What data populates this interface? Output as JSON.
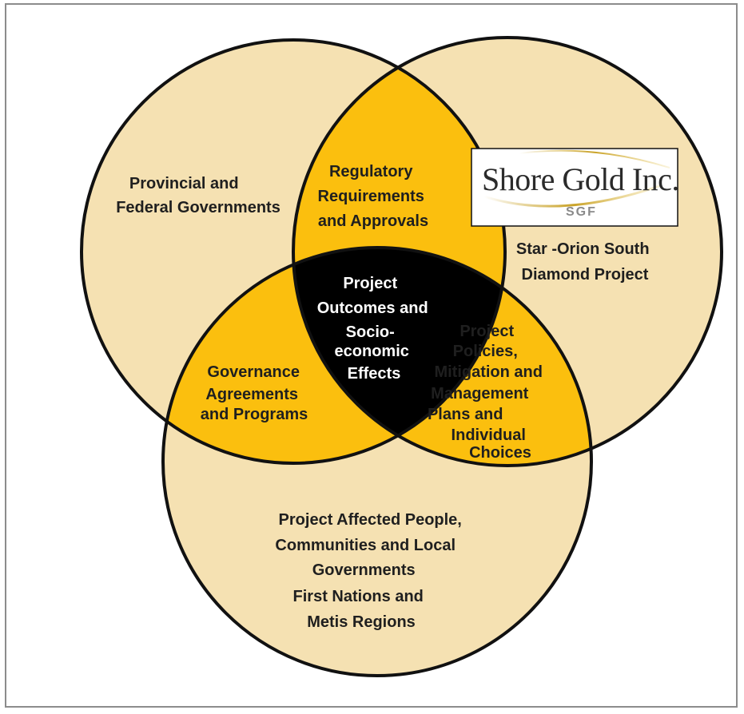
{
  "colors": {
    "circle_fill": "#f5e1b2",
    "pair_overlap_fill": "#fbbf0e",
    "center_overlap_fill": "#000000",
    "outline": "#111111"
  },
  "circles": {
    "left": {
      "lines": [
        "Provincial and",
        "Federal Governments"
      ]
    },
    "right": {
      "lines": [
        "Star -Orion South",
        "Diamond Project"
      ]
    },
    "bottom": {
      "lines": [
        "Project Affected People,",
        "Communities and Local",
        "Governments",
        "First Nations and",
        "Metis Regions"
      ]
    }
  },
  "overlaps": {
    "top": {
      "lines": [
        "Regulatory",
        "Requirements",
        "and Approvals"
      ]
    },
    "left": {
      "lines": [
        "Governance",
        "Agreements",
        "and Programs"
      ]
    },
    "right": {
      "lines": [
        "Project",
        "Policies,",
        "Mitigation and",
        "Management",
        "Plans and",
        "Individual",
        "Choices"
      ]
    },
    "center": {
      "lines": [
        "Project",
        "Outcomes and",
        "Socio-",
        "economic",
        "Effects"
      ]
    }
  },
  "logo": {
    "name": "Shore Gold Inc.",
    "ticker": "SGF"
  }
}
